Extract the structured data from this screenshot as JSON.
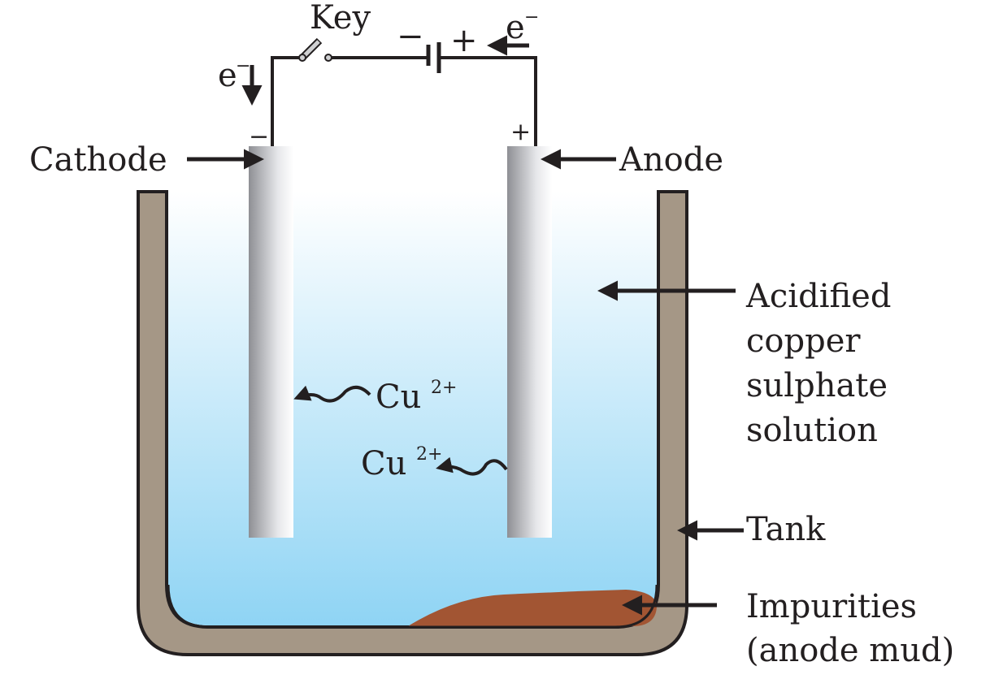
{
  "title": "Electrolytic refining of copper",
  "circuit": {
    "key_label": "Key",
    "battery_negative": "−",
    "battery_positive": "+",
    "electron_symbol": "e",
    "electron_charge": "−",
    "cathode_sign": "−",
    "anode_sign": "+"
  },
  "labels": {
    "cathode": "Cathode",
    "anode": "Anode",
    "solution_lines": [
      "Acidified",
      "copper",
      "sulphate",
      "solution"
    ],
    "tank": "Tank",
    "impurities_lines": [
      "Impurities",
      "(anode mud)"
    ]
  },
  "ions": [
    {
      "symbol": "Cu",
      "charge": "2+",
      "direction": "toward cathode"
    },
    {
      "symbol": "Cu",
      "charge": "2+",
      "direction": "from anode"
    }
  ],
  "colors": {
    "tank_wall": "#a59786",
    "outline": "#231f20",
    "solution_top": "#ffffff",
    "solution_bottom": "#8fd4f4",
    "electrode_dark": "#8e8f94",
    "electrode_light": "#ffffff",
    "anode_mud": "#a25533"
  }
}
